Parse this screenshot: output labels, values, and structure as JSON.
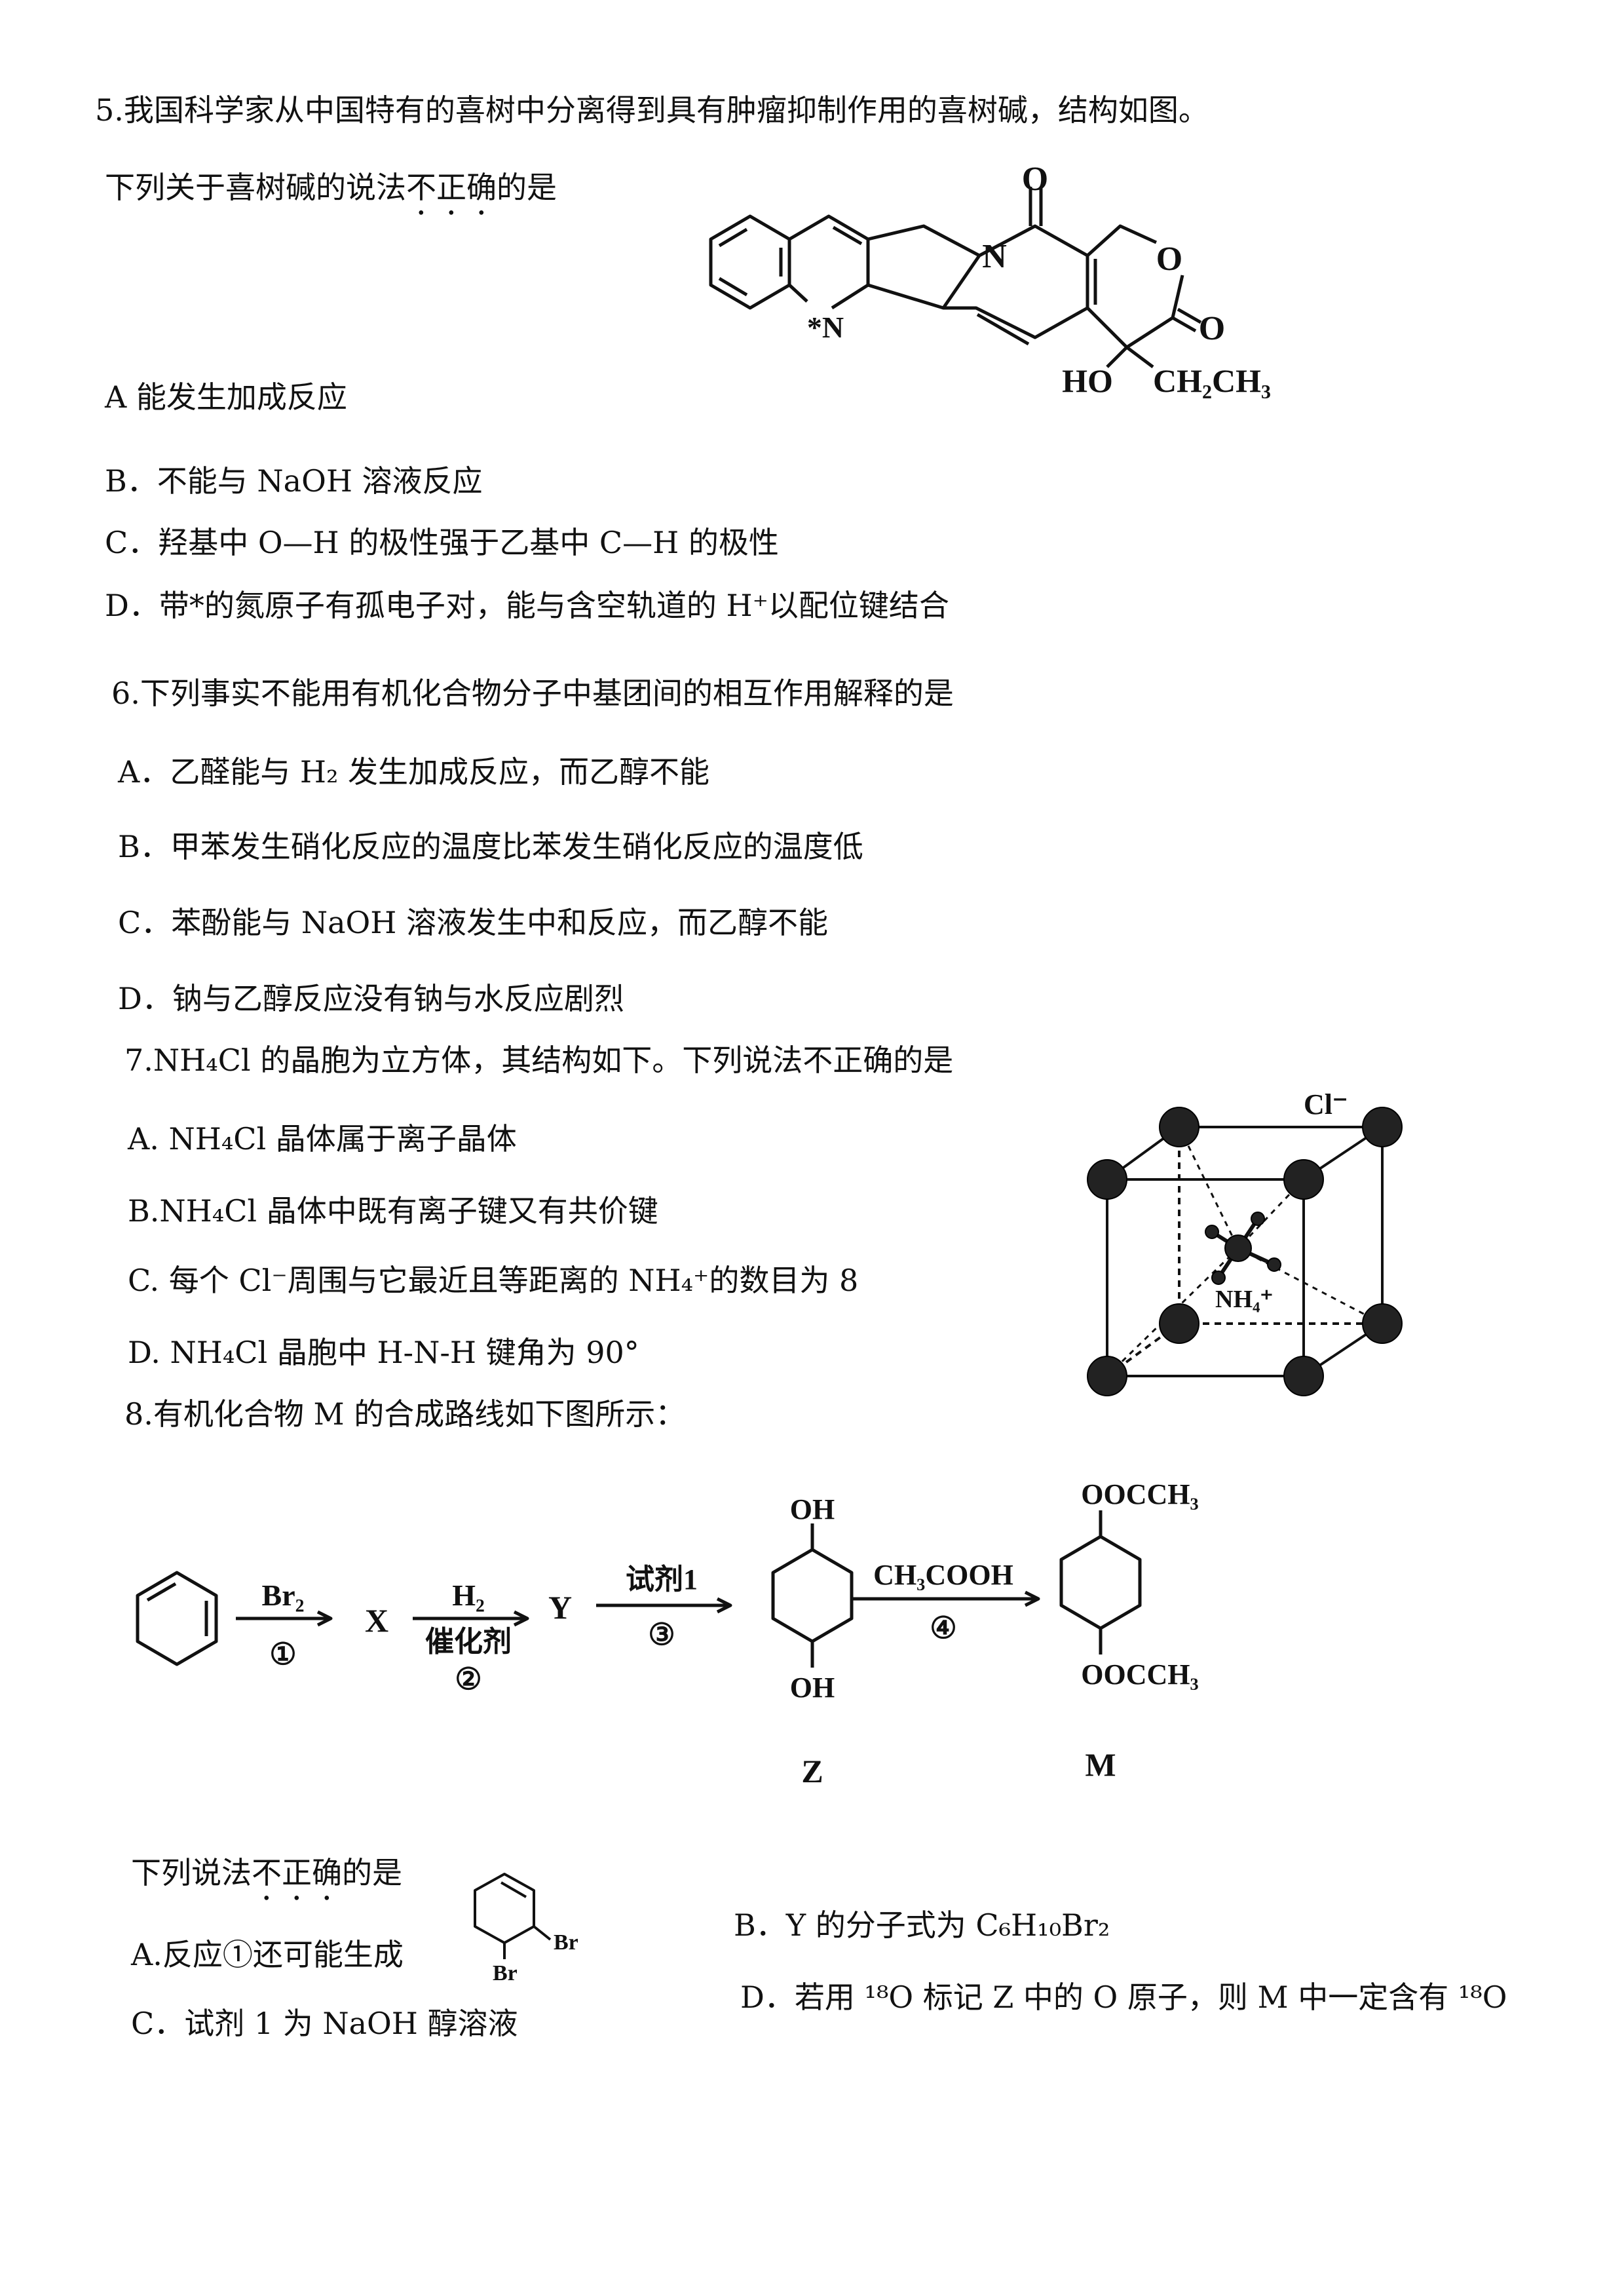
{
  "q5": {
    "stem": "5.我国科学家从中国特有的喜树中分离得到具有肿瘤抑制作用的喜树碱，结构如图。",
    "prompt_pre": "下列关于喜树碱的说法",
    "prompt_emph": "不正确",
    "prompt_post": "的是",
    "options": {
      "A": "A   能发生加成反应",
      "B": "B．不能与 NaOH 溶液反应",
      "C": "C．羟基中 O—H 的极性强于乙基中 C—H 的极性",
      "D": "D．带*的氮原子有孤电子对，能与含空轨道的 H⁺以配位键结合"
    },
    "structure_labels": {
      "o_top": "O",
      "n_ring": "N",
      "o_ring": "O",
      "o_lactone": "O",
      "n_star": "*N",
      "hydroxyl": "HO",
      "ethyl": "CH₂CH₃"
    }
  },
  "q6": {
    "stem": "6.下列事实不能用有机化合物分子中基团间的相互作用解释的是",
    "options": {
      "A": "A．乙醛能与 H₂ 发生加成反应，而乙醇不能",
      "B": "B．甲苯发生硝化反应的温度比苯发生硝化反应的温度低",
      "C": "C．苯酚能与 NaOH 溶液发生中和反应，而乙醇不能",
      "D": "D．钠与乙醇反应没有钠与水反应剧烈"
    }
  },
  "q7": {
    "stem": "7.NH₄Cl 的晶胞为立方体，其结构如下。下列说法不正确的是",
    "options": {
      "A": "A. NH₄Cl 晶体属于离子晶体",
      "B": "B.NH₄Cl 晶体中既有离子键又有共价键",
      "C": "C.  每个 Cl⁻周围与它最近且等距离的 NH₄⁺的数目为 8",
      "D": "D. NH₄Cl 晶胞中 H-N-H 键角为 90°"
    },
    "figure_labels": {
      "chloride": "Cl⁻",
      "ammonium": "NH₄⁺"
    }
  },
  "q8": {
    "stem": "8.有机化合物 M 的合成路线如下图所示：",
    "scheme": {
      "step1_reagent": "Br₂",
      "step1_num": "①",
      "x": "X",
      "step2_reagent": "H₂",
      "step2_cond": "催化剂",
      "step2_num": "②",
      "y": "Y",
      "step3_reagent": "试剂1",
      "step3_num": "③",
      "step4_reagent": "CH₃COOH",
      "step4_num": "④",
      "oh": "OH",
      "oocch3": "OOCCH₃",
      "z": "Z",
      "m": "M"
    },
    "prompt_pre": "下列说法",
    "prompt_emph": "不正确",
    "prompt_post": "的是",
    "options": {
      "A": "A.反应①还可能生成",
      "B": "B．Y 的分子式为 C₆H₁₀Br₂",
      "C": "C．试剂 1 为 NaOH 醇溶液",
      "D": "D．若用 ¹⁸O 标记 Z 中的 O 原子，则 M 中一定含有 ¹⁸O"
    },
    "br": "Br"
  }
}
